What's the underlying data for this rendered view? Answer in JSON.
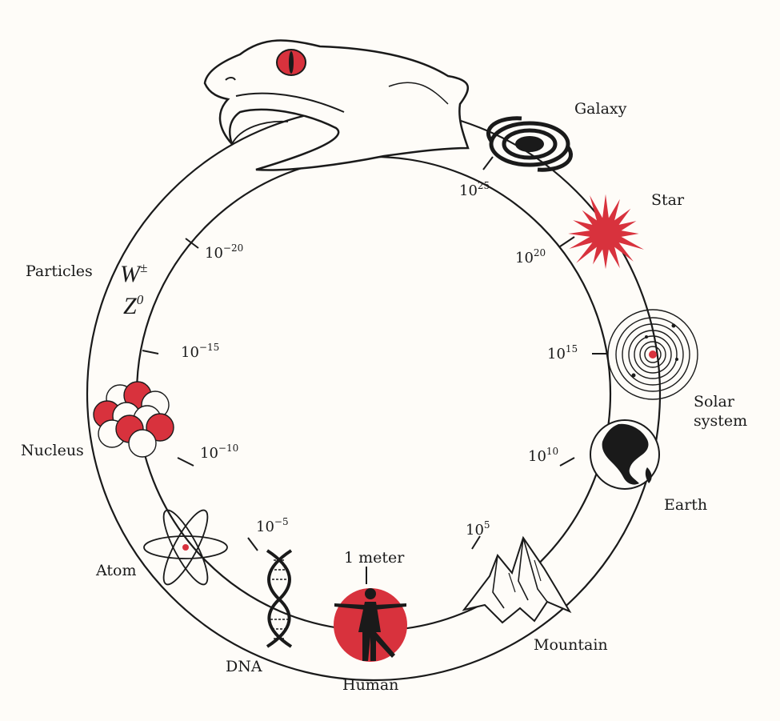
{
  "colors": {
    "ink": "#1a1a1a",
    "accent": "#d8323d",
    "paper": "#fefcf8"
  },
  "ticks": [
    {
      "id": "m20",
      "base": "10",
      "exp": "−20"
    },
    {
      "id": "m15",
      "base": "10",
      "exp": "−15"
    },
    {
      "id": "m10",
      "base": "10",
      "exp": "−10"
    },
    {
      "id": "m5",
      "base": "10",
      "exp": "−5"
    },
    {
      "id": "one",
      "text": "1 meter"
    },
    {
      "id": "p5",
      "base": "10",
      "exp": "5"
    },
    {
      "id": "p10",
      "base": "10",
      "exp": "10"
    },
    {
      "id": "p15",
      "base": "10",
      "exp": "15"
    },
    {
      "id": "p20",
      "base": "10",
      "exp": "20"
    },
    {
      "id": "p25",
      "base": "10",
      "exp": "25"
    }
  ],
  "labels": {
    "particles": "Particles",
    "w": "W",
    "w_sup": "±",
    "z": "Z",
    "z_sup": "0",
    "nucleus": "Nucleus",
    "atom": "Atom",
    "dna": "DNA",
    "human": "Human",
    "mountain": "Mountain",
    "earth": "Earth",
    "solar1": "Solar",
    "solar2": "system",
    "star": "Star",
    "galaxy": "Galaxy"
  },
  "icons": [
    "snake-head-icon",
    "galaxy-icon",
    "star-icon",
    "solar-system-icon",
    "earth-icon",
    "mountain-icon",
    "human-icon",
    "dna-icon",
    "atom-icon",
    "nucleus-icon"
  ]
}
